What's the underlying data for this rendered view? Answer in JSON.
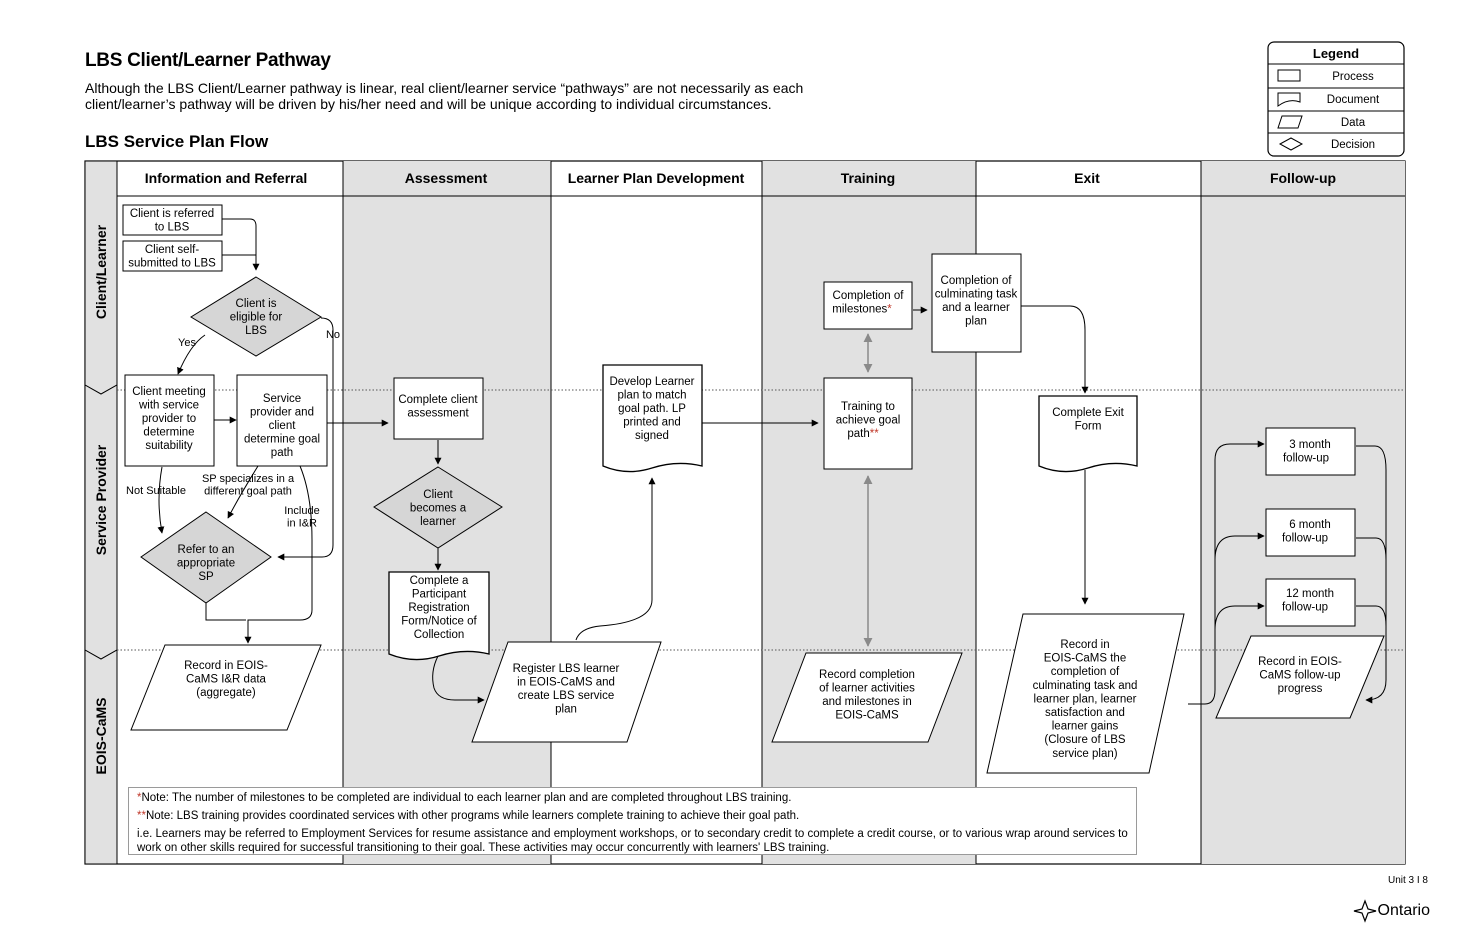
{
  "header": {
    "title": "LBS Client/Learner Pathway",
    "intro": "Although the LBS Client/Learner pathway is linear, real client/learner service “pathways” are not necessarily as each client/learner’s pathway will be driven by his/her need and will be unique according to individual circumstances.",
    "flow_title": "LBS Service Plan Flow"
  },
  "legend": {
    "title": "Legend",
    "items": [
      "Process",
      "Document",
      "Data",
      "Decision"
    ]
  },
  "columns": [
    "Information and Referral",
    "Assessment",
    "Learner Plan Development",
    "Training",
    "Exit",
    "Follow-up"
  ],
  "lanes": [
    "Client/Learner",
    "Service Provider",
    "EOIS-CaMS"
  ],
  "nodes": {
    "referred": [
      "Client is referred",
      "to LBS"
    ],
    "self_submitted": [
      "Client self-",
      "submitted to LBS"
    ],
    "eligible": [
      "Client is",
      "eligible for",
      "LBS"
    ],
    "meeting": [
      "Client meeting",
      "with service",
      "provider to",
      "determine",
      "suitability"
    ],
    "goal_path": [
      "Service",
      "provider and",
      "client",
      "determine goal",
      "path"
    ],
    "refer_sp": [
      "Refer to an",
      "appropriate",
      "SP"
    ],
    "record_ir": [
      "Record in EOIS-",
      "CaMS I&R data",
      "(aggregate)"
    ],
    "assessment": [
      "Complete client",
      "assessment"
    ],
    "becomes_learner": [
      "Client",
      "becomes a",
      "learner"
    ],
    "registration": [
      "Complete a",
      "Participant",
      "Registration",
      "Form/Notice of",
      "Collection"
    ],
    "develop_plan": [
      "Develop Learner",
      "plan to match",
      "goal path. LP",
      "printed and",
      "signed"
    ],
    "register": [
      "Register LBS learner",
      "in EOIS-CaMS and",
      "create LBS service",
      "plan"
    ],
    "milestones": [
      "Completion of",
      "milestones"
    ],
    "training": [
      "Training to",
      "achieve goal",
      "path"
    ],
    "record_training": [
      "Record completion",
      "of learner activities",
      "and milestones in",
      "EOIS-CaMS"
    ],
    "culminating": [
      "Completion of",
      "culminating task",
      "and a learner",
      "plan"
    ],
    "exit_form": [
      "Complete Exit",
      "Form"
    ],
    "record_exit": [
      "Record in",
      "EOIS-CaMS the",
      "completion of",
      "culminating task and",
      "learner plan, learner",
      "satisfaction and",
      "learner gains",
      "(Closure of LBS",
      "service plan)"
    ],
    "fu3": [
      "3 month",
      "follow-up"
    ],
    "fu6": [
      "6 month",
      "follow-up"
    ],
    "fu12": [
      "12 month",
      "follow-up"
    ],
    "record_fu": [
      "Record in EOIS-",
      "CaMS follow-up",
      "progress"
    ]
  },
  "marks": {
    "single": "*",
    "double": "**"
  },
  "edge_labels": {
    "yes": "Yes",
    "no": "No",
    "not_suitable": "Not Suitable",
    "sp_specializes": [
      "SP specializes in a",
      "different goal path"
    ],
    "include": [
      "Include",
      "in I&R"
    ]
  },
  "notes": {
    "note1_mark": "*",
    "note1": "Note: The number of milestones to be completed are individual to each learner plan and are completed throughout LBS training.",
    "note2_mark": "**",
    "note2": "Note: LBS training provides coordinated services with other programs while learners complete training to achieve their goal path.",
    "note3": "i.e. Learners may be referred to Employment Services for resume assistance and employment workshops, or to secondary credit to complete a credit course, or to various wrap around services to work on other skills required for successful transitioning to their goal. These activities may occur concurrently with learners' LBS training."
  },
  "footer": {
    "page": "Unit 3 I 8",
    "logo": "Ontario"
  },
  "colors": {
    "shaded_column": "#e1e1e1",
    "decision_fill": "#d6d6d6",
    "note_star": "#c0392b",
    "milestone_link": "#8a8a8a"
  }
}
